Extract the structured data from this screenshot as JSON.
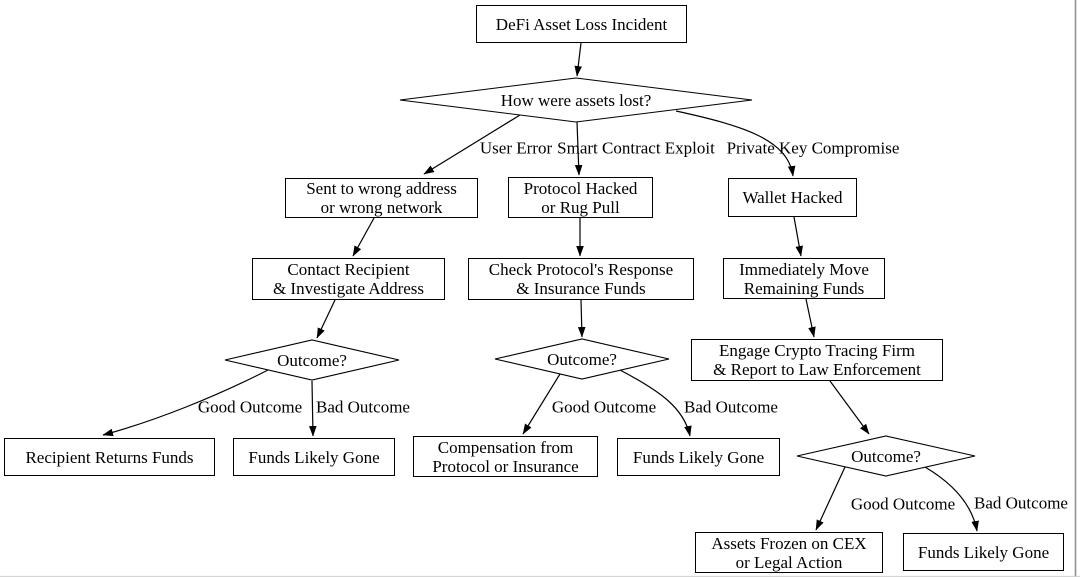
{
  "nodes": {
    "root": {
      "label": "DeFi Asset Loss Incident"
    },
    "how_lost": {
      "label": "How were assets lost?"
    },
    "sent_wrong": {
      "label": "Sent to wrong address\nor wrong network"
    },
    "protocol_hacked": {
      "label": "Protocol Hacked\nor Rug Pull"
    },
    "wallet_hacked": {
      "label": "Wallet Hacked"
    },
    "contact_recipient": {
      "label": "Contact Recipient\n& Investigate Address"
    },
    "check_protocol": {
      "label": "Check Protocol's Response\n& Insurance Funds"
    },
    "immediately_move": {
      "label": "Immediately Move\nRemaining Funds"
    },
    "engage_crypto": {
      "label": "Engage Crypto Tracing Firm\n& Report to Law Enforcement"
    },
    "outcome1": {
      "label": "Outcome?"
    },
    "outcome2": {
      "label": "Outcome?"
    },
    "outcome3": {
      "label": "Outcome?"
    },
    "recipient_returns": {
      "label": "Recipient Returns Funds"
    },
    "funds_gone_1": {
      "label": "Funds Likely Gone"
    },
    "compensation": {
      "label": "Compensation from\nProtocol or Insurance"
    },
    "funds_gone_2": {
      "label": "Funds Likely Gone"
    },
    "assets_frozen": {
      "label": "Assets Frozen on CEX\nor Legal Action"
    },
    "funds_gone_3": {
      "label": "Funds Likely Gone"
    }
  },
  "edge_labels": {
    "user_error": "User Error",
    "smart_contract_exploit": "Smart Contract Exploit",
    "private_key_compromise": "Private Key Compromise",
    "good1": "Good Outcome",
    "bad1": "Bad Outcome",
    "good2": "Good Outcome",
    "bad2": "Bad Outcome",
    "good3": "Good Outcome",
    "bad3": "Bad Outcome"
  },
  "colors": {
    "node_fill": "#ffffff",
    "node_border": "#000000",
    "edge": "#000000",
    "text": "#000000",
    "window_edge": "#8f8f8f"
  }
}
